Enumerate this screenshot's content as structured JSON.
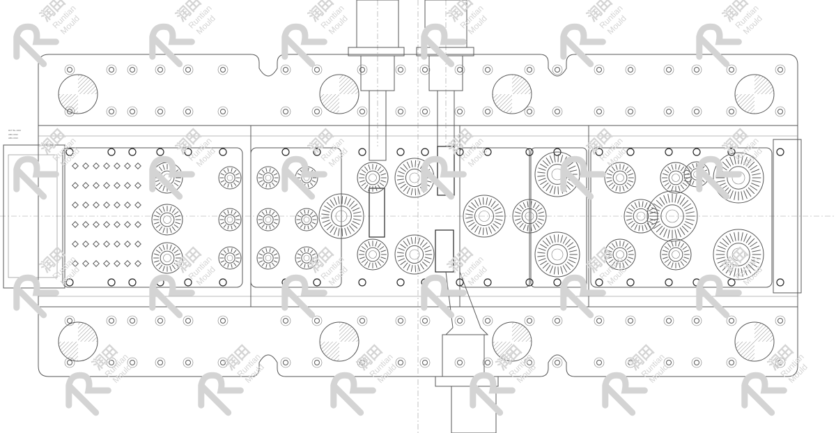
{
  "watermark": {
    "brand_cn": "润田",
    "brand_en_1": "Runtian",
    "brand_en_2": "Mould",
    "color": "#d4d4d4"
  },
  "drawing": {
    "title": "Progressive stamping die layout (plan view)",
    "line_color": "#555555",
    "stations": 8,
    "side_note": [
      "DFT BL-1023",
      "ABC-0012",
      "ABC-0013"
    ]
  }
}
